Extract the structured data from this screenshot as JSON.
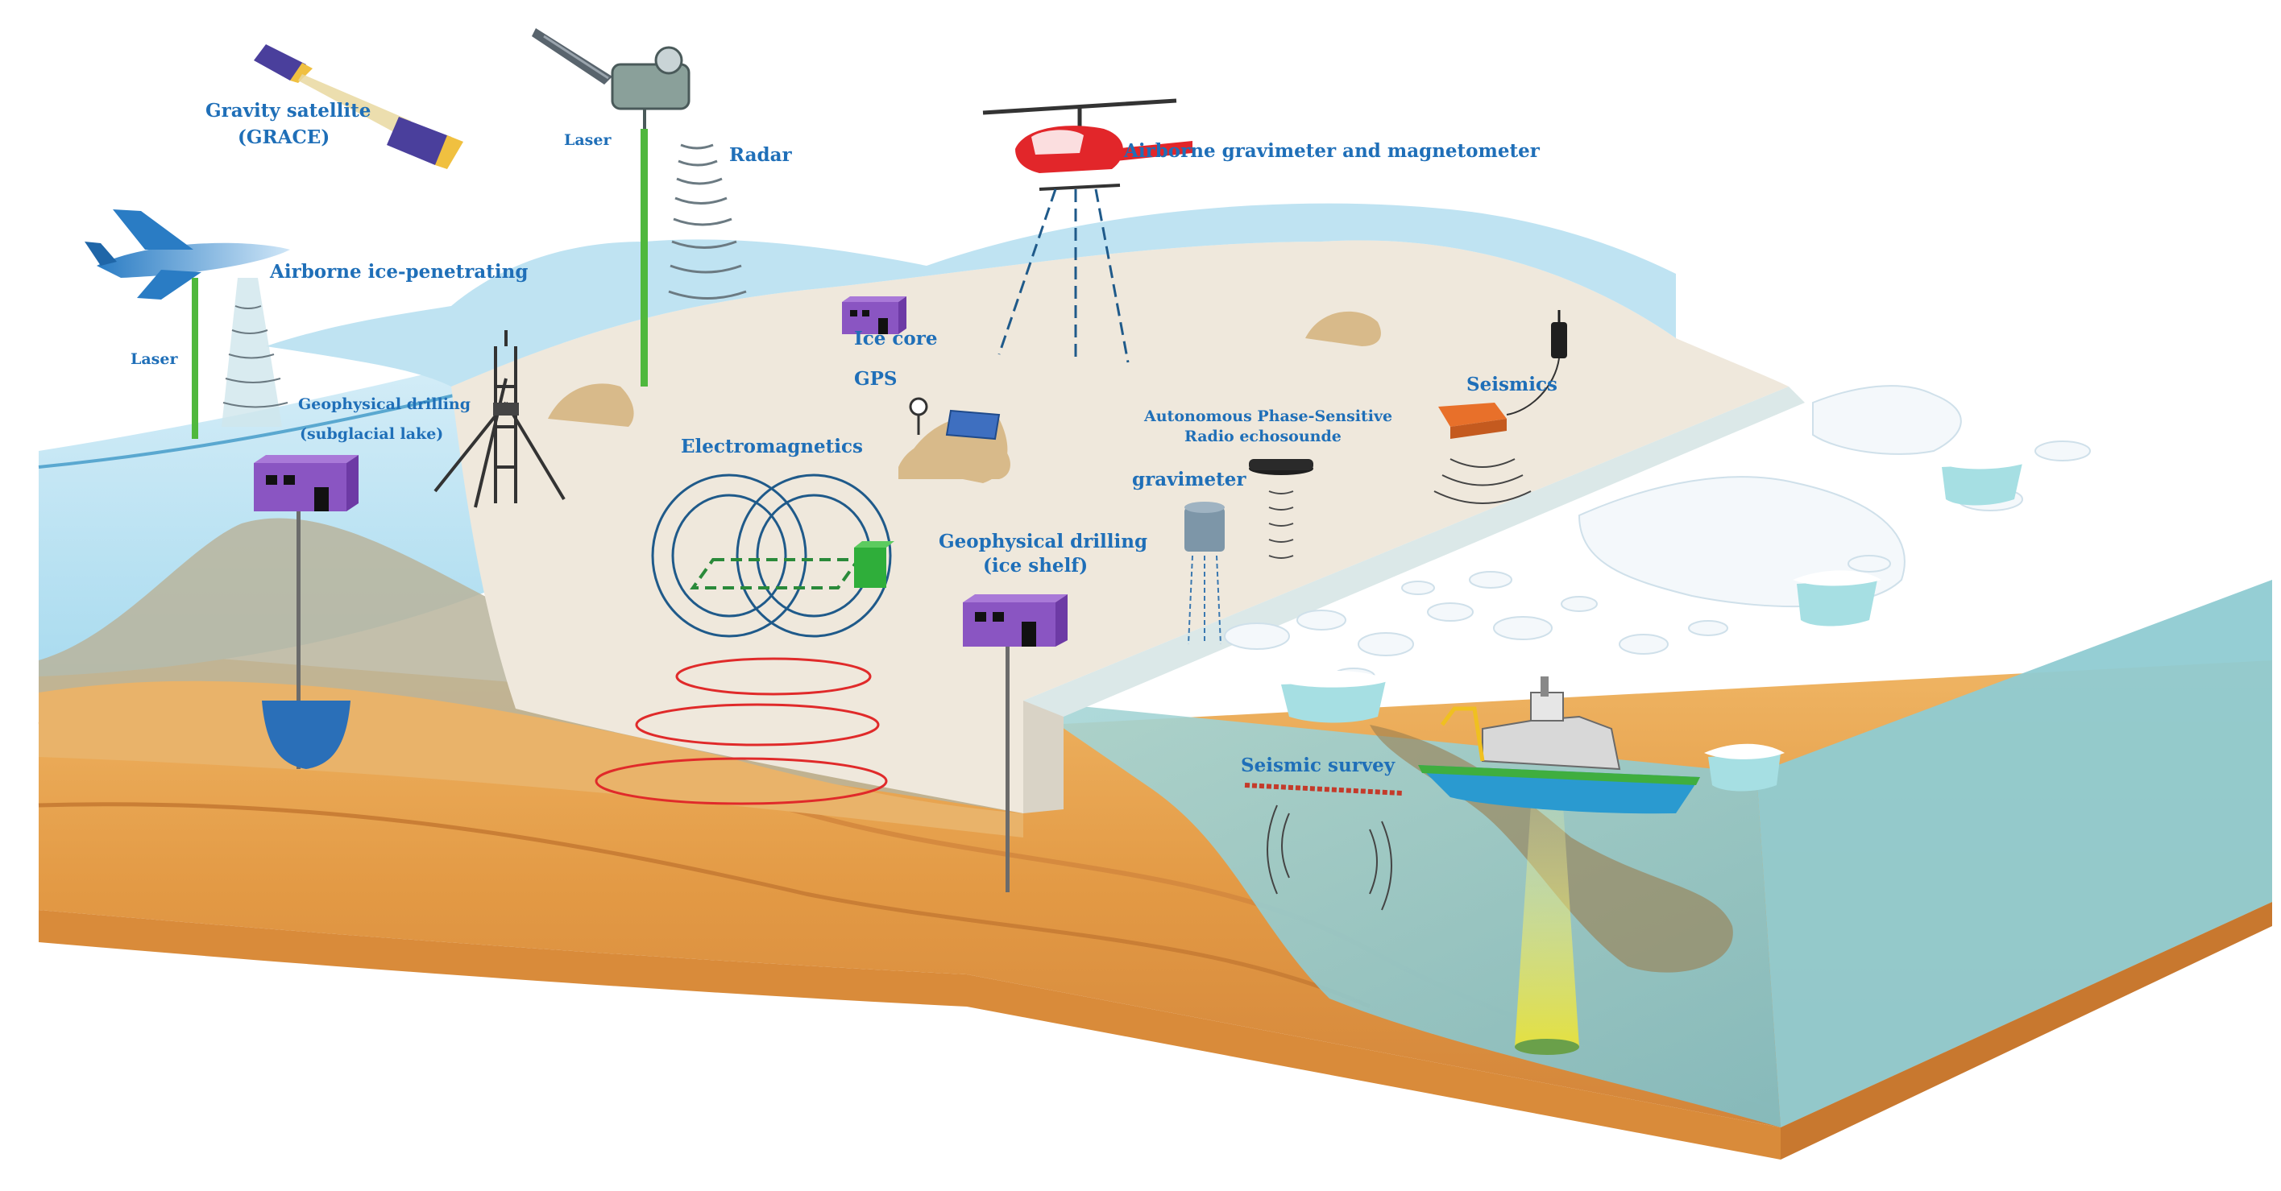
{
  "labels": {
    "gravity_satellite_line1": "Gravity satellite",
    "gravity_satellite_line2": "(GRACE)",
    "laser_satellite": "Laser",
    "radar": "Radar",
    "airborne_gravimeter": "Airborne gravimeter and magnetometer",
    "airborne_ice_penetrating": "Airborne ice-penetrating",
    "laser_plane": "Laser",
    "drilling_subglacial_line1": "Geophysical drilling",
    "drilling_subglacial_line2": "(subglacial lake)",
    "ice_core": "Ice core",
    "gps": "GPS",
    "electromagnetics": "Electromagnetics",
    "apres_line1": "Autonomous Phase-Sensitive",
    "apres_line2": "Radio echosounde",
    "seismics": "Seismics",
    "gravimeter": "gravimeter",
    "drilling_iceshelf_line1": "Geophysical drilling",
    "drilling_iceshelf_line2": "(ice shelf)",
    "seismic_survey": "Seismic survey"
  },
  "colors": {
    "label_text": "#1f6fb8",
    "ice_surface": "#efe8dc",
    "ocean": "#9bd4dc",
    "sky_ice_edge": "#bfe3f2",
    "bedrock": "#e6a552",
    "hut": "#8a55c2",
    "helicopter": "#e2262a",
    "em_loop": "#e02a2a",
    "laser_beam": "#4fb83d"
  }
}
